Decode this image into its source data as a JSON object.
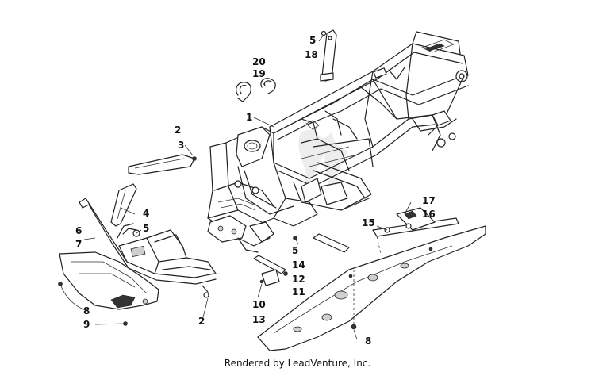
{
  "diagram": {
    "callouts": {
      "c1": "1",
      "c2_top": "2",
      "c3": "3",
      "c4": "4",
      "c5_left": "5",
      "c6": "6",
      "c7": "7",
      "c8_left": "8",
      "c9": "9",
      "c2_bottom": "2",
      "c20": "20",
      "c19": "19",
      "c5_top": "5",
      "c18": "18",
      "c17": "17",
      "c16": "16",
      "c15": "15",
      "c5_mid": "5",
      "c14": "14",
      "c12": "12",
      "c11": "11",
      "c10": "10",
      "c13": "13",
      "c8_right": "8"
    }
  },
  "footer": {
    "credit": "Rendered by LeadVenture, Inc."
  }
}
